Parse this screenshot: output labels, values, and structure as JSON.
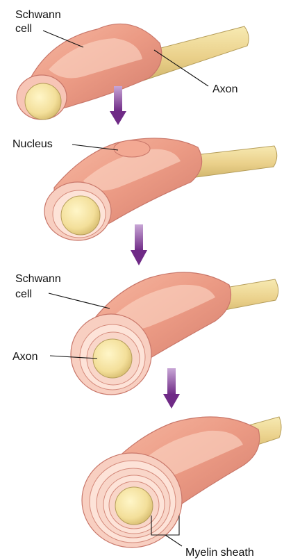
{
  "stage1": {
    "schwann_label_line1": "Schwann",
    "schwann_label_line2": "cell",
    "axon_label": "Axon"
  },
  "stage2": {
    "nucleus_label": "Nucleus"
  },
  "stage3": {
    "schwann_label_line1": "Schwann",
    "schwann_label_line2": "cell",
    "axon_label": "Axon"
  },
  "stage4": {
    "myelin_label": "Myelin sheath"
  },
  "colors": {
    "cell_body": "#f0a58e",
    "cell_highlight": "#fbd6c6",
    "cell_edge": "#c9776a",
    "axon": "#f0dc9a",
    "axon_core": "#f6e7a6",
    "axon_edge": "#b9a25c",
    "arrow": "#7a2f8c"
  }
}
